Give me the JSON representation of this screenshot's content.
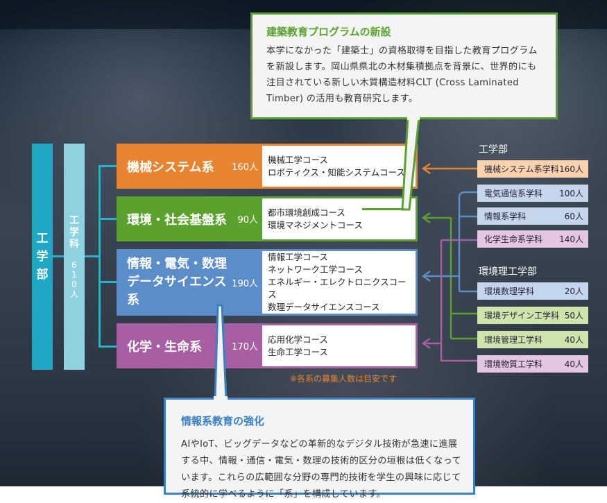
{
  "faculty": {
    "name": "工学部"
  },
  "department": {
    "name": "工学科",
    "count": "610人"
  },
  "groups": [
    {
      "name": "機械システム系",
      "count": "160人",
      "color": "#e8842f",
      "courses": [
        "機械工学コース",
        "ロボティクス・知能システムコース"
      ]
    },
    {
      "name": "環境・社会基盤系",
      "count": "90人",
      "color": "#5ba12d",
      "courses": [
        "都市環境創成コース",
        "環境マネジメントコース"
      ]
    },
    {
      "name": "情報・電気・数理データサイエンス系",
      "count": "190人",
      "color": "#5b8ec9",
      "courses": [
        "情報工学コース",
        "ネットワーク工学コース",
        "エネルギー・エレクトロニクスコース",
        "数理データサイエンスコース"
      ]
    },
    {
      "name": "化学・生命系",
      "count": "170人",
      "color": "#a85ea3",
      "courses": [
        "応用化学コース",
        "生命工学コース"
      ]
    }
  ],
  "old_faculty_1": {
    "heading": "工学部",
    "depts": [
      {
        "name": "機械システム系学科",
        "count": "160人",
        "color": "#f9d2ad"
      },
      {
        "name": "電気通信系学科",
        "count": "100人",
        "color": "#c5d5ec"
      },
      {
        "name": "情報系学科",
        "count": "60人",
        "color": "#c5d5ec"
      },
      {
        "name": "化学生命系学科",
        "count": "140人",
        "color": "#e5c6e2"
      }
    ]
  },
  "old_faculty_2": {
    "heading": "環境理工学部",
    "depts": [
      {
        "name": "環境数理学科",
        "count": "20人",
        "color": "#c5d5ec"
      },
      {
        "name": "環境デザイン工学科",
        "count": "50人",
        "color": "#cfe3ac"
      },
      {
        "name": "環境管理工学科",
        "count": "40人",
        "color": "#cfe3ac"
      },
      {
        "name": "環境物質工学科",
        "count": "40人",
        "color": "#e5c6e2"
      }
    ]
  },
  "note": "※各系の募集人数は目安です",
  "callout_top": {
    "title": "建築教育プログラムの新設",
    "body": "本学になかった「建築士」の資格取得を目指した教育プログラムを新設します。岡山県県北の木材集積拠点を背景に、世界的にも注目されている新しい木質構造材料CLT (Cross Laminated Timber) の活用も教育研究します。",
    "color": "#5ba12d"
  },
  "callout_bottom": {
    "title": "情報系教育の強化",
    "body": "AIやIoT、ビッグデータなどの革新的なデジタル技術が急速に進展する中、情報・通信・電気・数理の技術的区分の垣根は低くなっています。これらの広範囲な分野の専門的技術を学生の興味に応じて系統的に学べるように「系」を構成しています。",
    "color": "#3b80c3"
  }
}
